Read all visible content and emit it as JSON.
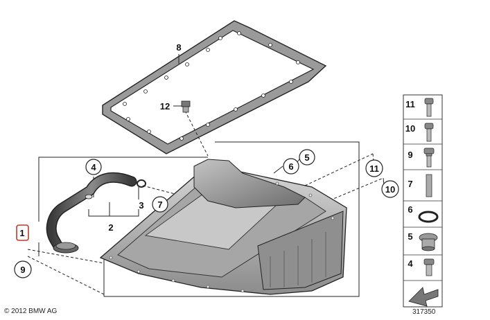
{
  "callouts": {
    "c1": "1",
    "c2": "2",
    "c3": "3",
    "c4": "4",
    "c5": "5",
    "c6": "6",
    "c7": "7",
    "c8": "8",
    "c9": "9",
    "c10": "10",
    "c11": "11",
    "c12": "12"
  },
  "legend": {
    "items": [
      {
        "label": "11",
        "icon": "bolt-long-icon"
      },
      {
        "label": "10",
        "icon": "bolt-long-icon"
      },
      {
        "label": "9",
        "icon": "bolt-flange-icon"
      },
      {
        "label": "7",
        "icon": "stud-icon"
      },
      {
        "label": "6",
        "icon": "seal-ring-icon"
      },
      {
        "label": "5",
        "icon": "drain-plug-icon"
      },
      {
        "label": "4",
        "icon": "bolt-short-icon"
      }
    ],
    "arrow_icon": "direction-arrow-icon"
  },
  "footer": {
    "copyright": "© 2012 BMW AG",
    "diagram_number": "317350"
  },
  "colors": {
    "accent_highlight": "#c0392b",
    "line": "#222222",
    "part_fill": "#b8b8b8",
    "part_dark": "#707070"
  }
}
